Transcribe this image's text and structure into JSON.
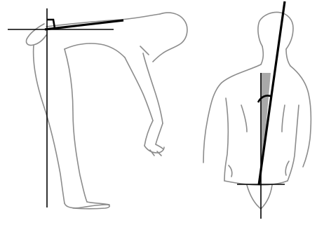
{
  "figure": {
    "panels": [
      {
        "view": "side",
        "subject": "forward-bent-standing-figure",
        "marks": [
          "horizontal-reference-line",
          "vertical-reference-line",
          "back-angle-line",
          "right-angle-marker"
        ]
      },
      {
        "view": "back",
        "subject": "upper-torso-from-behind",
        "marks": [
          "vertical-reference-line",
          "horizontal-reference-line",
          "spine-tilt-line",
          "tilt-angle-arc",
          "shaded-angle-wedge"
        ]
      }
    ],
    "colors": {
      "outline": "#8c8c8c",
      "reference": "#000000",
      "angle_fill": "#9a9a9a",
      "background": "#ffffff"
    }
  }
}
